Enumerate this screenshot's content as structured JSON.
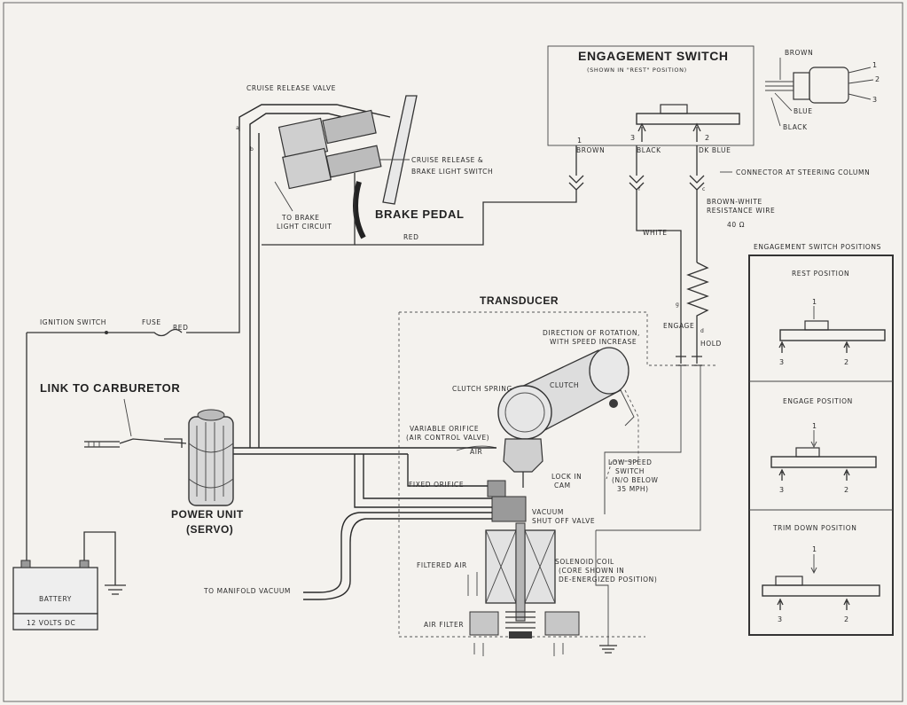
{
  "titles": {
    "engagement_switch": "ENGAGEMENT SWITCH",
    "engagement_switch_sub": "(SHOWN IN \"REST\" POSITION)",
    "transducer": "TRANSDUCER",
    "link_to_carburetor": "LINK TO CARBURETOR",
    "power_unit": "POWER UNIT",
    "servo": "(SERVO)",
    "brake_pedal": "BRAKE PEDAL",
    "positions_panel": "ENGAGEMENT SWITCH POSITIONS"
  },
  "labels": {
    "cruise_release_valve": "CRUISE RELEASE VALVE",
    "cruise_release_switch_1": "CRUISE RELEASE &",
    "cruise_release_switch_2": "BRAKE LIGHT SWITCH",
    "to_brake_1": "TO BRAKE",
    "to_brake_2": "LIGHT  CIRCUIT",
    "red_top": "RED",
    "red_left": "RED",
    "ignition_switch": "IGNITION SWITCH",
    "fuse": "FUSE",
    "brown": "BROWN",
    "black": "BLACK",
    "dk_blue": "DK BLUE",
    "connector": "CONNECTOR AT STEERING COLUMN",
    "white": "WHITE",
    "resistance_1": "BROWN-WHITE",
    "resistance_2": "RESISTANCE WIRE",
    "resistance_3": "40 Ω",
    "engage": "ENGAGE",
    "hold": "HOLD",
    "direction_1": "DIRECTION OF ROTATION,",
    "direction_2": "WITH SPEED INCREASE",
    "clutch_spring": "CLUTCH SPRING",
    "clutch": "CLUTCH",
    "variable_orifice_1": "VARIABLE ORIFICE",
    "variable_orifice_2": "(AIR CONTROL VALVE)",
    "air": "AIR",
    "fixed_orifice": "FIXED ORIFICE",
    "lock_in_cam_1": "LOCK IN",
    "lock_in_cam_2": "CAM",
    "low_speed_1": "LOW SPEED",
    "low_speed_2": "SWITCH",
    "low_speed_3": "(N/O BELOW",
    "low_speed_4": "35 MPH)",
    "vacuum_1": "VACUUM",
    "vacuum_2": "SHUT OFF VALVE",
    "filtered_air": "FILTERED AIR",
    "solenoid_1": "SOLENOID COIL",
    "solenoid_2": "(CORE SHOWN IN",
    "solenoid_3": "DE-ENERGIZED POSITION)",
    "air_filter": "AIR FILTER",
    "manifold": "TO MANIFOLD VACUUM",
    "battery": "BATTERY",
    "battery_volts": "12 VOLTS DC",
    "conn_brown": "BROWN",
    "conn_blue": "BLUE",
    "conn_black": "BLACK",
    "conn_1": "1",
    "conn_2": "2",
    "conn_3": "3",
    "term_a": "a",
    "term_b": "b",
    "term_c": "c",
    "term_d": "d",
    "term_f": "f",
    "term_g": "g",
    "sw_1": "1",
    "sw_2": "2",
    "sw_3": "3"
  },
  "positions": [
    {
      "title": "REST POSITION",
      "n1": "1",
      "n2": "2",
      "n3": "3"
    },
    {
      "title": "ENGAGE POSITION",
      "n1": "1",
      "n2": "2",
      "n3": "3"
    },
    {
      "title": "TRIM DOWN POSITION",
      "n1": "1",
      "n2": "2",
      "n3": "3"
    }
  ]
}
